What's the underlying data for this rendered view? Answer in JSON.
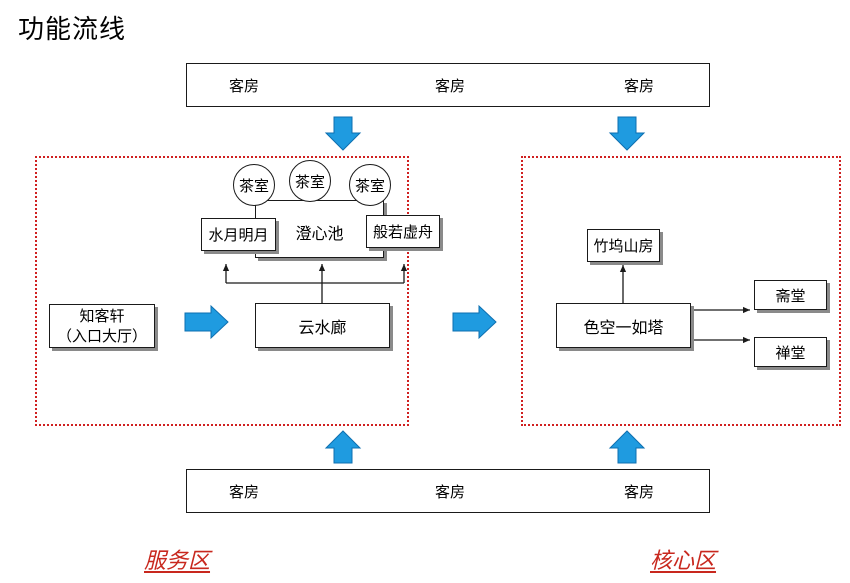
{
  "title": "功能流线",
  "top_guest_bar": {
    "labels": [
      "客房",
      "客房",
      "客房"
    ]
  },
  "bottom_guest_bar": {
    "labels": [
      "客房",
      "客房",
      "客房"
    ]
  },
  "service_zone": {
    "label": "服务区",
    "tea_rooms": [
      "茶室",
      "茶室",
      "茶室"
    ],
    "pond": "澄心池",
    "left_pavilion": "水月明月",
    "right_pavilion": "般若虚舟",
    "corridor": "云水廊",
    "reception": {
      "line1": "知客轩",
      "line2": "（入口大厅）"
    }
  },
  "core_zone": {
    "label": "核心区",
    "mountain_house": "竹坞山房",
    "pagoda": "色空一如塔",
    "dining_hall": "斋堂",
    "meditation_hall": "禅堂"
  },
  "colors": {
    "zone_border": "#d02020",
    "zone_label": "#c8281e",
    "arrow_fill": "#1f9be0",
    "arrow_stroke": "#0d6fb0"
  }
}
